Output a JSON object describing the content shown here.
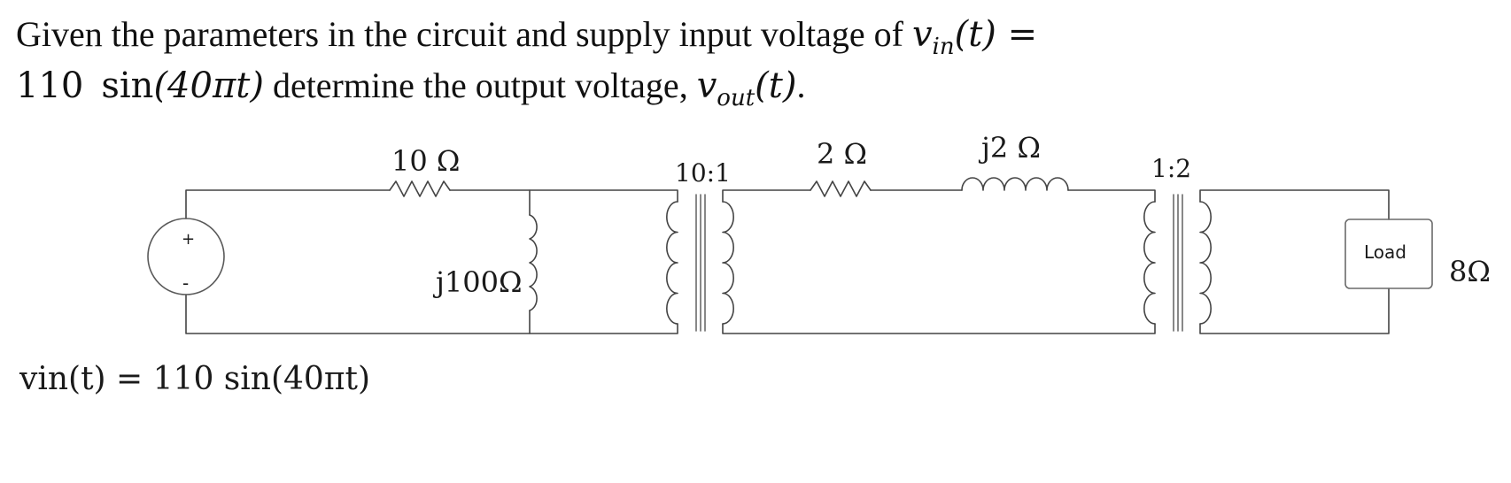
{
  "question": {
    "text_before": "Given the parameters in the circuit and supply input voltage of ",
    "vin_symbol": "v",
    "vin_sub": "in",
    "vin_arg": "(t) =",
    "amplitude": "110",
    "sin": "sin",
    "arg": "(40πt)",
    "text_mid": " determine the output voltage, ",
    "vout_symbol": "v",
    "vout_sub": "out",
    "vout_arg": "(t)",
    "text_end": "."
  },
  "circuit": {
    "r1_label": "10 Ω",
    "l1_label": "j100Ω",
    "t1_ratio": "10:1",
    "r2_label": "2 Ω",
    "l2_label": "j2 Ω",
    "t2_ratio": "1:2",
    "load_label": "Load",
    "load_value": "8Ω",
    "source_plus": "+",
    "source_minus": "-",
    "vin_expr": "vin(t) = 110 sin(40πt)"
  }
}
